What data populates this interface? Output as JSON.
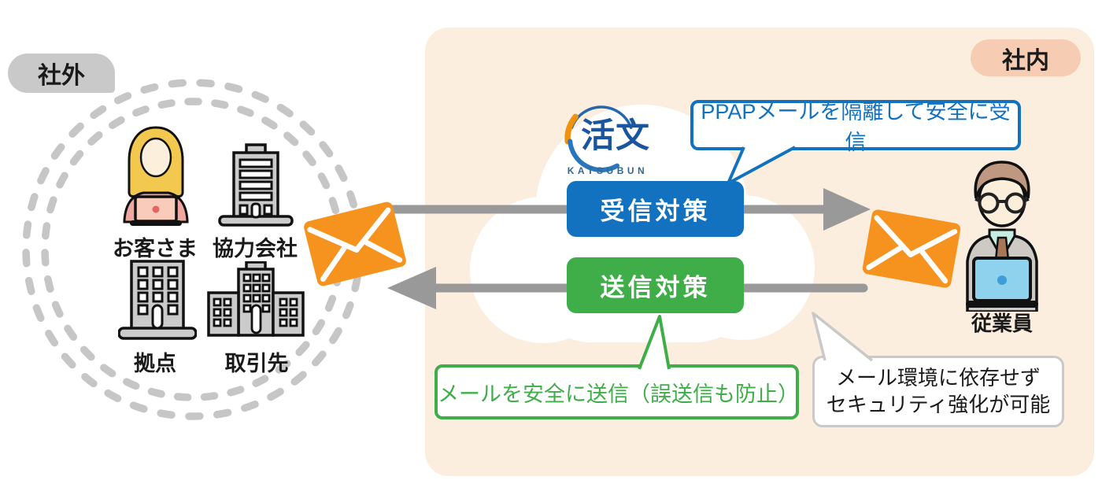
{
  "outside": {
    "badge": "社外",
    "members": [
      {
        "label": "お客さま",
        "icon": "customer-woman"
      },
      {
        "label": "協力会社",
        "icon": "partner-company-building"
      },
      {
        "label": "拠点",
        "icon": "branch-office-building"
      },
      {
        "label": "取引先",
        "icon": "client-company-building"
      }
    ]
  },
  "inside": {
    "badge": "社内",
    "employee_label": "従業員"
  },
  "product": {
    "logo_kanji": "活文",
    "logo_name": "KATSUBUN",
    "receive_button": "受信対策",
    "send_button": "送信対策"
  },
  "callouts": {
    "receive": "PPAPメールを隔離して安全に受信",
    "send": "メールを安全に送信（誤送信も防止）",
    "environment_line1": "メール環境に依存せず",
    "environment_line2": "セキュリティ強化が可能"
  },
  "colors": {
    "blue": "#1272BF",
    "green": "#3FAE49",
    "orange": "#F5931E",
    "panel_bg": "#FBEEDE",
    "inside_badge_bg": "#F6CDB2",
    "outside_badge_bg": "#C9C9C9",
    "arrow_gray": "#999999",
    "dashed_circle_gray": "#C6C6C6"
  }
}
